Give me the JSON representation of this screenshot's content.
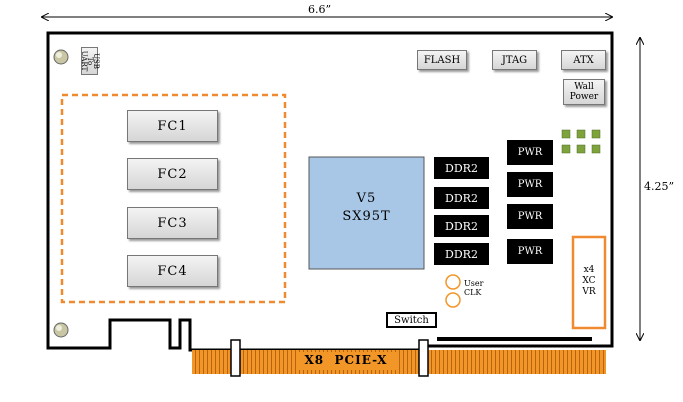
{
  "dimensions": {
    "width": "6.6”",
    "height": "4.25”"
  },
  "usb_uart": [
    "USB",
    "To",
    "UART"
  ],
  "top_connectors": [
    "FLASH",
    "JTAG",
    "ATX"
  ],
  "wall_power": [
    "Wall",
    "Power"
  ],
  "fc_slots": [
    "FC1",
    "FC2",
    "FC3",
    "FC4"
  ],
  "fpga": {
    "line1": "V5",
    "line2": "SX95T"
  },
  "ddr": [
    "DDR2",
    "DDR2",
    "DDR2",
    "DDR2"
  ],
  "pwr": [
    "PWR",
    "PWR",
    "PWR",
    "PWR"
  ],
  "user_clk": [
    "User",
    "CLK"
  ],
  "switch_label": "Switch",
  "xcvr": [
    "x4",
    "XC",
    "VR"
  ],
  "pcie_label": "X8  PCIE-X",
  "colors": {
    "fc_region": "#f08a30",
    "fpga_fill": "#a8c6e6",
    "gold": "#f29628",
    "led": "#7ea33c",
    "board_outline": "#000000"
  }
}
